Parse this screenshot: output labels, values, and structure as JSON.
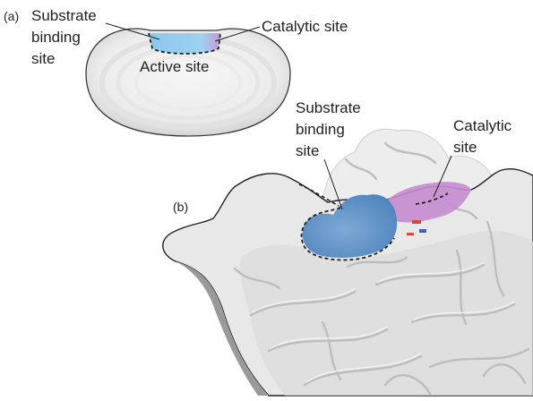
{
  "panel_a": {
    "panel_label": "(a)",
    "substrate_label": [
      "Substrate",
      "binding",
      "site"
    ],
    "catalytic_label": "Catalytic site",
    "active_label": "Active site"
  },
  "panel_b": {
    "panel_label": "(b)",
    "substrate_label": [
      "Substrate",
      "binding",
      "site"
    ],
    "catalytic_label": [
      "Catalytic",
      "site"
    ]
  },
  "colors": {
    "substrate_site": "#6f9fd0",
    "catalytic_site": "#c07ec8",
    "protein_surface": "#e9e9e9",
    "outline": "#222222"
  }
}
